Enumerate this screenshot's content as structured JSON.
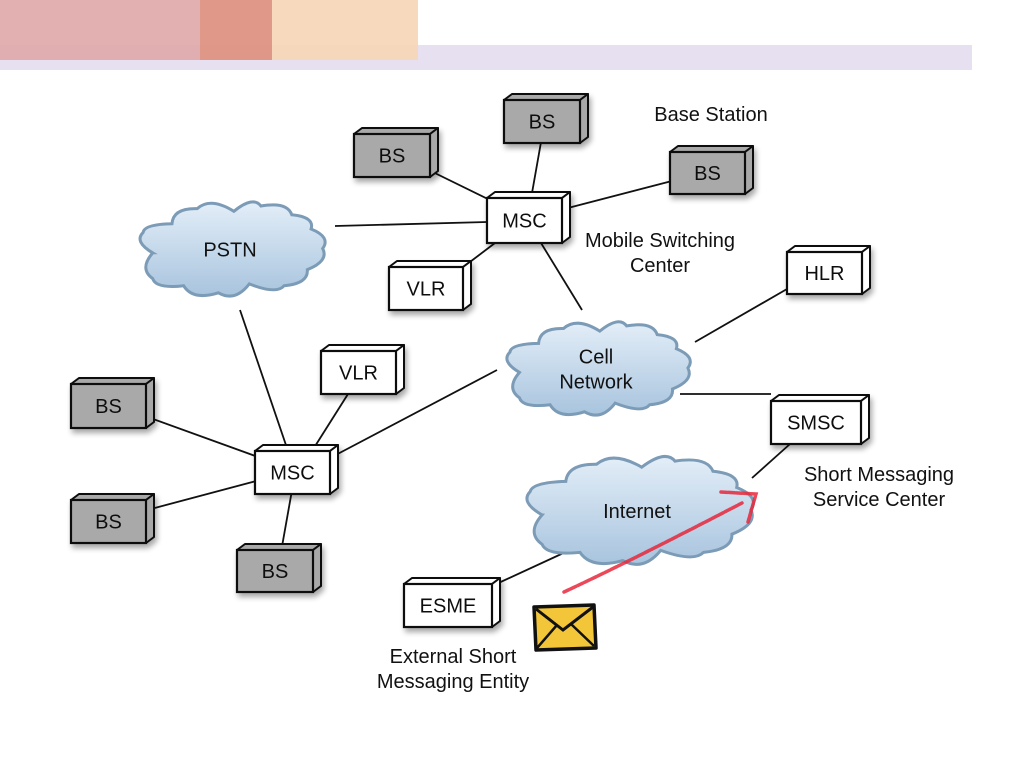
{
  "slide": {
    "header_colors": {
      "block_pink": "#e0a9aa",
      "block_salmon": "#de9282",
      "block_peach": "#f6d6b6",
      "band_lavender": "#e6e0f0"
    }
  },
  "diagram": {
    "colors": {
      "bs_fill": "#a9a9a9",
      "node_fill": "#ffffff",
      "stroke": "#111111",
      "cloud_top": "#e3eef8",
      "cloud_bottom": "#a8c4de",
      "cloud_stroke": "#7c9bb6",
      "arrow": "#e8283c",
      "envelope_fill": "#f3c63a"
    },
    "nodes": [
      {
        "id": "bs-top-left",
        "label": "BS",
        "kind": "bs"
      },
      {
        "id": "bs-top",
        "label": "BS",
        "kind": "bs"
      },
      {
        "id": "bs-top-right",
        "label": "BS",
        "kind": "bs"
      },
      {
        "id": "msc-top",
        "label": "MSC",
        "kind": "node"
      },
      {
        "id": "vlr-top",
        "label": "VLR",
        "kind": "node"
      },
      {
        "id": "hlr",
        "label": "HLR",
        "kind": "node"
      },
      {
        "id": "vlr-bottom",
        "label": "VLR",
        "kind": "node"
      },
      {
        "id": "bs-left-1",
        "label": "BS",
        "kind": "bs"
      },
      {
        "id": "bs-left-2",
        "label": "BS",
        "kind": "bs"
      },
      {
        "id": "msc-bottom",
        "label": "MSC",
        "kind": "node"
      },
      {
        "id": "bs-bottom",
        "label": "BS",
        "kind": "bs"
      },
      {
        "id": "smsc",
        "label": "SMSC",
        "kind": "node"
      },
      {
        "id": "esme",
        "label": "ESME",
        "kind": "node"
      }
    ],
    "clouds": [
      {
        "id": "pstn",
        "label_lines": [
          "PSTN"
        ]
      },
      {
        "id": "cell-network",
        "label_lines": [
          "Cell",
          "Network"
        ]
      },
      {
        "id": "internet",
        "label_lines": [
          "Internet"
        ]
      }
    ],
    "edges": [
      [
        "bs-top-left",
        "msc-top"
      ],
      [
        "bs-top",
        "msc-top"
      ],
      [
        "bs-top-right",
        "msc-top"
      ],
      [
        "pstn",
        "msc-top"
      ],
      [
        "vlr-top",
        "msc-top"
      ],
      [
        "msc-top",
        "cell-network"
      ],
      [
        "hlr",
        "cell-network"
      ],
      [
        "cell-network",
        "smsc"
      ],
      [
        "pstn",
        "msc-bottom"
      ],
      [
        "vlr-bottom",
        "msc-bottom"
      ],
      [
        "cell-network",
        "msc-bottom"
      ],
      [
        "bs-left-1",
        "msc-bottom"
      ],
      [
        "bs-left-2",
        "msc-bottom"
      ],
      [
        "bs-bottom",
        "msc-bottom"
      ],
      [
        "smsc",
        "internet"
      ],
      [
        "internet",
        "esme"
      ]
    ],
    "annotations": {
      "base_station": "Base Station",
      "msc_line1": "Mobile Switching",
      "msc_line2": "Center",
      "smsc_line1": "Short Messaging",
      "smsc_line2": "Service Center",
      "esme_line1": "External Short",
      "esme_line2": "Messaging Entity"
    }
  }
}
